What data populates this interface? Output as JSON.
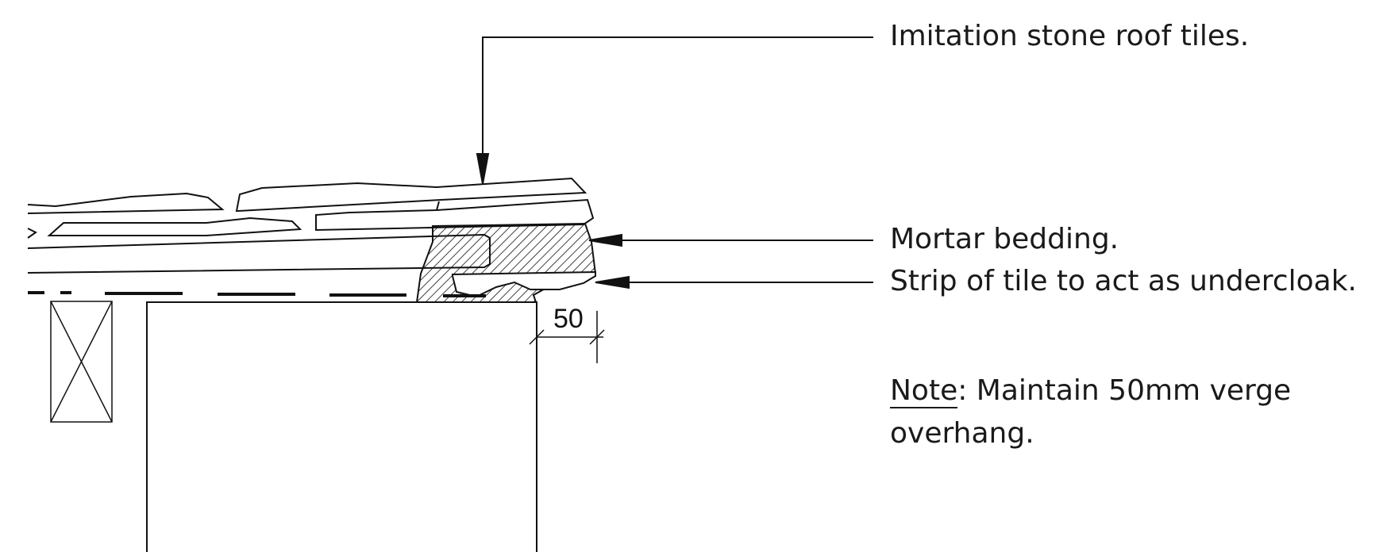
{
  "labels": {
    "roof_tiles": "Imitation stone roof tiles.",
    "mortar": "Mortar bedding.",
    "undercloak": "Strip of tile to act as undercloak."
  },
  "dimension": {
    "value": "50"
  },
  "note": {
    "key": "Note",
    "sep": ":",
    "text": " Maintain 50mm verge overhang."
  },
  "colors": {
    "line": "#111111",
    "hatch": "#111111",
    "text": "#1a1a1a"
  }
}
